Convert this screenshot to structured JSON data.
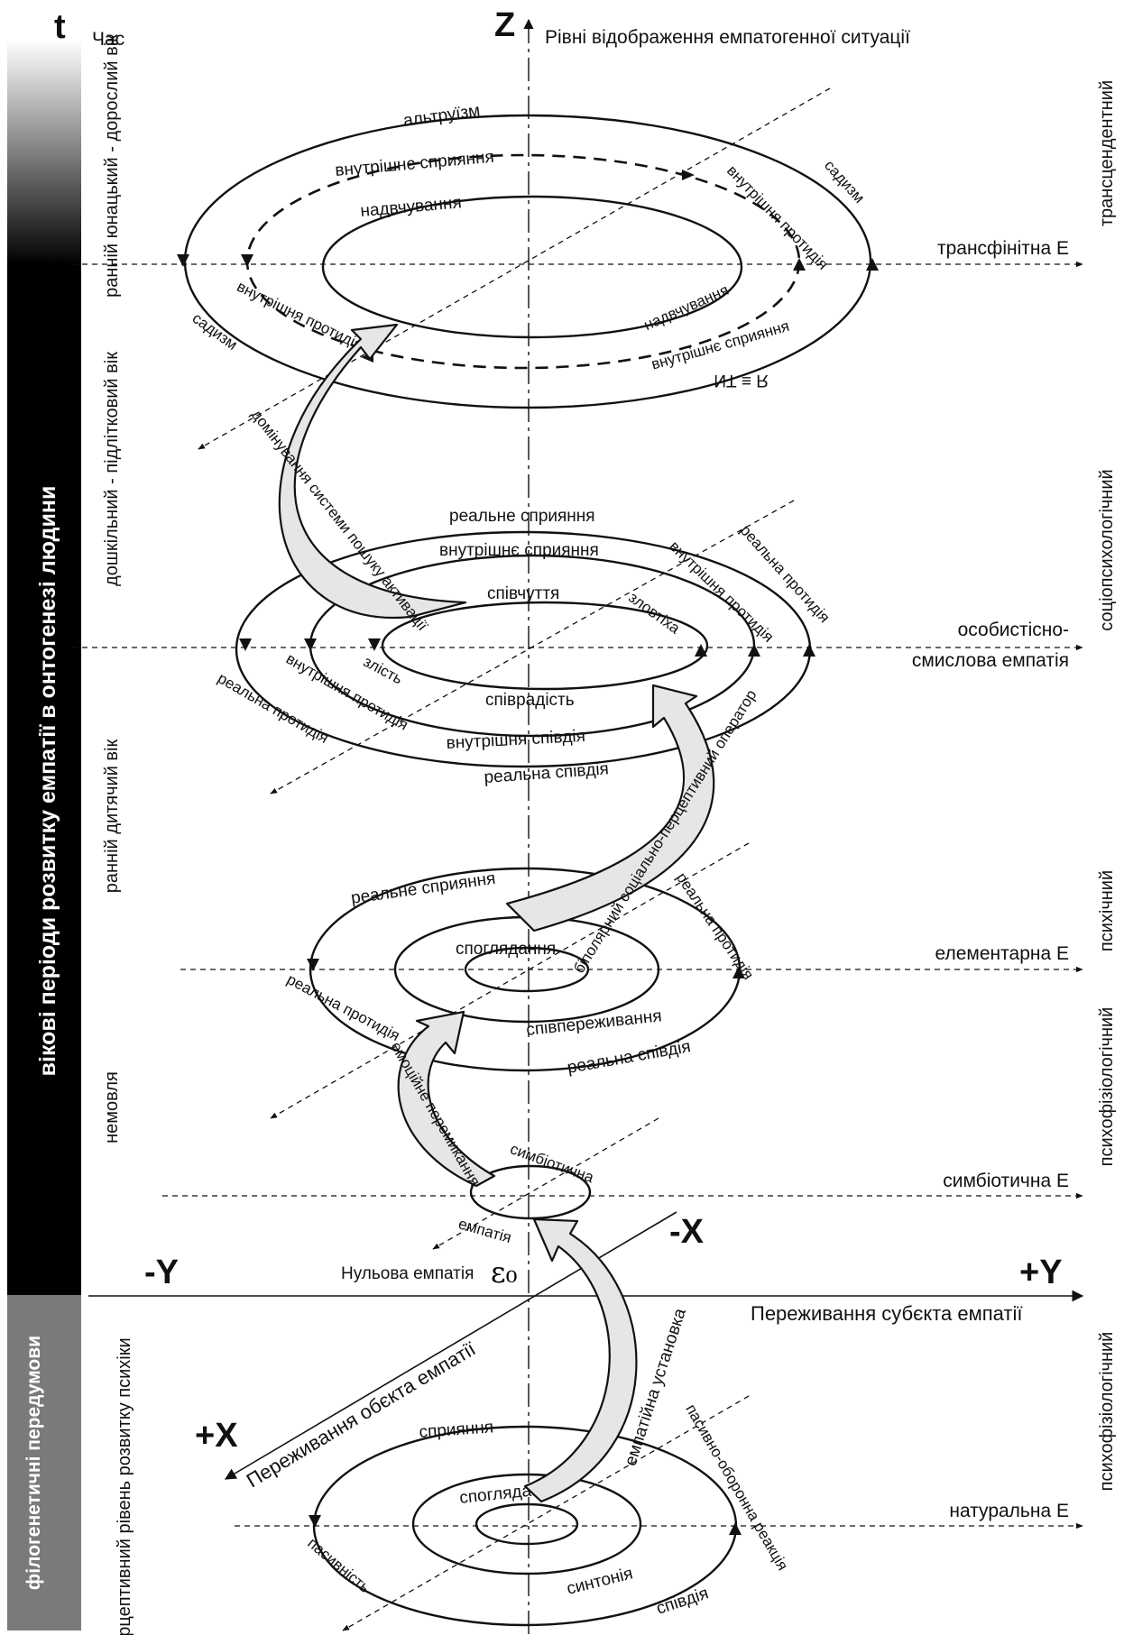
{
  "axes": {
    "t_symbol": "t",
    "t_label": "Час",
    "z_symbol": "Z",
    "z_label": "Рівні відображення емпатогенної ситуації",
    "y_minus": "-Y",
    "y_plus": "+Y",
    "y_label": "Переживання субєкта емпатії",
    "x_minus": "-X",
    "x_plus": "+X",
    "x_label": "Переживання обєкта емпатії",
    "zero_label": "Нульова емпатія",
    "zero_symbol": "ε₀"
  },
  "left_bands": {
    "ontogenesis_title": "вікові періоди розвитку емпатії в онтогенезі людини",
    "phylogenetic_title": "філогенетичні передумови",
    "ages": [
      "ранній юнацький - дорослий вік",
      "дошкільний - підлітковий вік",
      "ранній дитячий вік",
      "немовля",
      "перцептивний рівень розвитку психіки"
    ]
  },
  "right_levels": {
    "empathy_levels": [
      "трансфінітна Е",
      "особистісно-",
      "смислова емпатія",
      "елементарна Е",
      "симбіотична Е",
      "натуральна Е"
    ],
    "layers": [
      "трансцендентний",
      "соціопсихологічний",
      "психічний",
      "психофізіологічний",
      "психофізіологічний"
    ]
  },
  "spirals": {
    "transfinite": {
      "altruism": "альтруїзм",
      "inner_perception_top": "внутрішнє сприяння",
      "over_feeling_top": "надвчування",
      "inner_counter_right": "внутрішня протидія",
      "sadism_right": "садизм",
      "sadism_left": "садизм",
      "inner_counter_left": "внутрішня протидія",
      "over_feeling_bottom": "надвчування",
      "inner_perception_bottom": "внутрішнє сприяння",
      "i_equals_you": "Я ≡ ТИ"
    },
    "personal": {
      "real_perception": "реальне сприяння",
      "inner_perception": "внутрішнє сприяння",
      "compassion": "співчуття",
      "real_counter_right": "реальна протидія",
      "inner_counter_right": "внутрішня протидія",
      "gloating": "зловтіха",
      "anger": "злість",
      "inner_counter_left": "внутрішня протидія",
      "real_counter_left": "реальна протидія",
      "co_joy": "співрадість",
      "inner_coaction": "внутрішня співдія",
      "real_coaction": "реальна співдія"
    },
    "elementary": {
      "real_perception": "реальне сприяння",
      "contemplation": "споглядання",
      "real_counter_right": "реальна протидія",
      "real_counter_left": "реальна протидія",
      "co_experience": "співпереживання",
      "real_coaction": "реальна співдія"
    },
    "symbiotic": {
      "symbiotic": "симбіотична",
      "empathy": "емпатія"
    },
    "natural": {
      "perception": "сприяння",
      "contemplation": "споглядання",
      "passive_defensive": "пасивно-оборонна реакція",
      "passivity": "пасивність",
      "syntony": "синтонія",
      "coaction": "співдія"
    }
  },
  "transitions": {
    "dominance": "домінування системи пошуку активації",
    "bipolar": "біполярний соціально-перцептивний оператор",
    "emotional_switching": "емоційне перемикання",
    "empathic_attitude": "емпатійна установка"
  }
}
